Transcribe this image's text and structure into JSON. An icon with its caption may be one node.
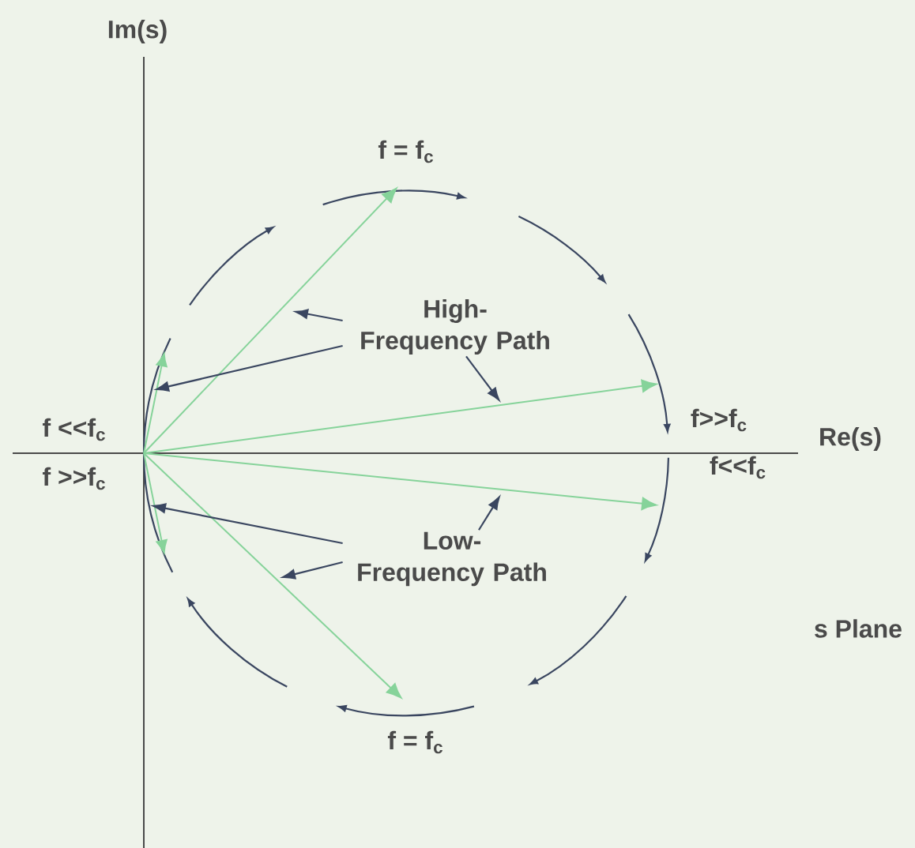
{
  "diagram": {
    "nodes": [
      {
        "text": [
          "High-Frequency Path"
        ]
      },
      {
        "text": [
          "Low-Frequency Path"
        ]
      }
    ],
    "edges": [
      {
        "from": 0,
        "to": null,
        "arrow": "to"
      },
      {
        "from": 0,
        "to": null,
        "arrow": "to"
      },
      {
        "from": 0,
        "to": null,
        "arrow": "to"
      },
      {
        "from": 1,
        "to": null,
        "arrow": "to"
      },
      {
        "from": 1,
        "to": null,
        "arrow": "to"
      },
      {
        "from": 1,
        "to": null,
        "arrow": "to"
      }
    ],
    "labels": [
      "Im(s)",
      "f = f$_{c}$",
      "f <<f$_{c}$",
      "f >>f$_{c}$",
      "Re(s)",
      "f>>f$_{c}$",
      "f<<f$_{c}$",
      "f = f$_{c}$",
      "s Plane"
    ]
  }
}
